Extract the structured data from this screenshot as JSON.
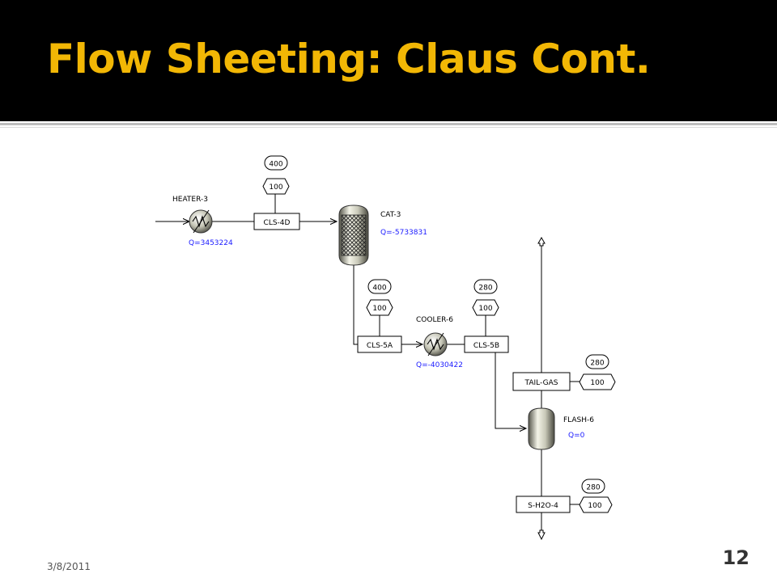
{
  "slide": {
    "title": "Flow Sheeting: Claus Cont.",
    "date": "3/8/2011",
    "page_number": "12"
  },
  "colors": {
    "title": "#f2b705",
    "title_bar": "#000000",
    "duty_label": "#1a1aff"
  },
  "blocks": {
    "heater3": {
      "name": "HEATER-3",
      "duty": "Q=3453224"
    },
    "cat3": {
      "name": "CAT-3",
      "duty": "Q=-5733831"
    },
    "cooler6": {
      "name": "COOLER-6",
      "duty": "Q=-4030422"
    },
    "flash6": {
      "name": "FLASH-6",
      "duty": "Q=0"
    }
  },
  "streams": {
    "cls4d": {
      "name": "CLS-4D",
      "temperature": "400",
      "pressure": "100"
    },
    "cls5a": {
      "name": "CLS-5A",
      "temperature": "400",
      "pressure": "100"
    },
    "cls5b": {
      "name": "CLS-5B",
      "temperature": "280",
      "pressure": "100"
    },
    "tailgas": {
      "name": "TAIL-GAS",
      "temperature": "280",
      "pressure": "100"
    },
    "sh2o4": {
      "name": "S-H2O-4",
      "temperature": "280",
      "pressure": "100"
    }
  },
  "icons": {
    "heat_exchanger": "heat-exchanger-icon",
    "reactor": "packed-reactor-icon",
    "flash_drum": "flash-drum-icon",
    "product_arrow": "product-arrow-icon"
  }
}
